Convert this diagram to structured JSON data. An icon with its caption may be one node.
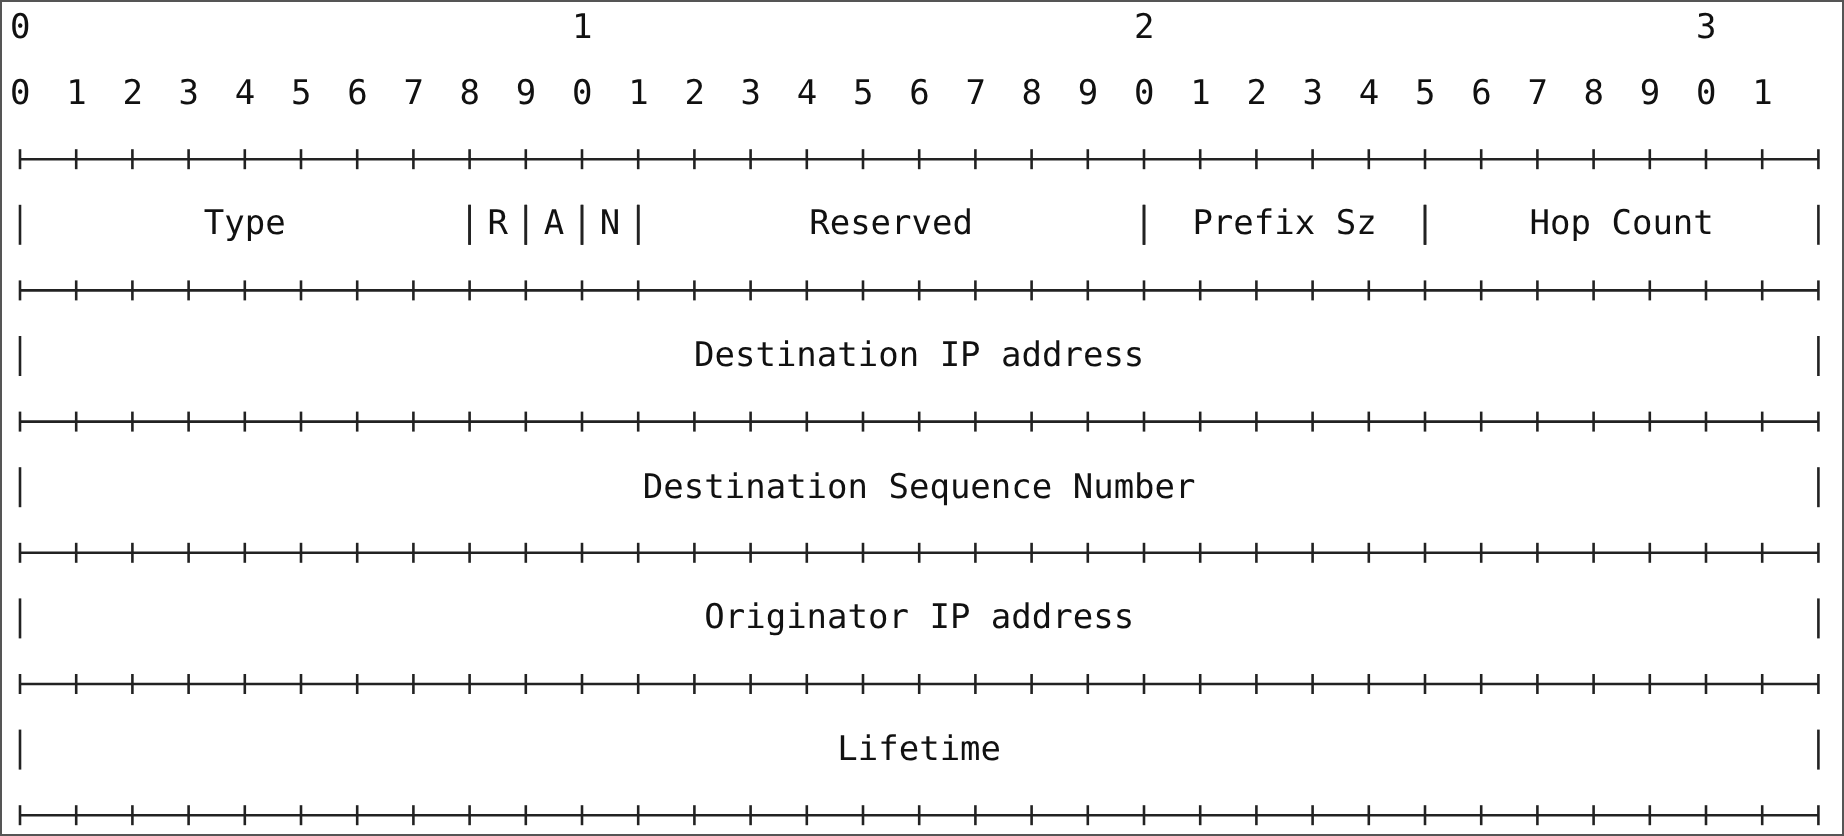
{
  "diagram": {
    "nodes": [
      {
        "text": [
          "Type"
        ]
      },
      {
        "text": [
          "R"
        ]
      },
      {
        "text": [
          "A"
        ]
      },
      {
        "text": [
          "N"
        ]
      },
      {
        "text": [
          "Reserved"
        ]
      },
      {
        "text": [
          "Prefix Sz"
        ]
      },
      {
        "text": [
          "Hop Count"
        ]
      },
      {
        "text": [
          "Destination IP address"
        ]
      },
      {
        "text": [
          "Destination Sequence Number"
        ]
      },
      {
        "text": [
          "Originator IP address"
        ]
      },
      {
        "text": [
          "Lifetime"
        ]
      }
    ],
    "labels": [
      "0",
      "1",
      "2",
      "3",
      "0",
      "1",
      "2",
      "3",
      "4",
      "5",
      "6",
      "7",
      "8",
      "9",
      "0",
      "1",
      "2",
      "3",
      "4",
      "5",
      "6",
      "7",
      "8",
      "9",
      "0",
      "1",
      "2",
      "3",
      "4",
      "5",
      "6",
      "7",
      "8",
      "9",
      "0",
      "1"
    ]
  }
}
